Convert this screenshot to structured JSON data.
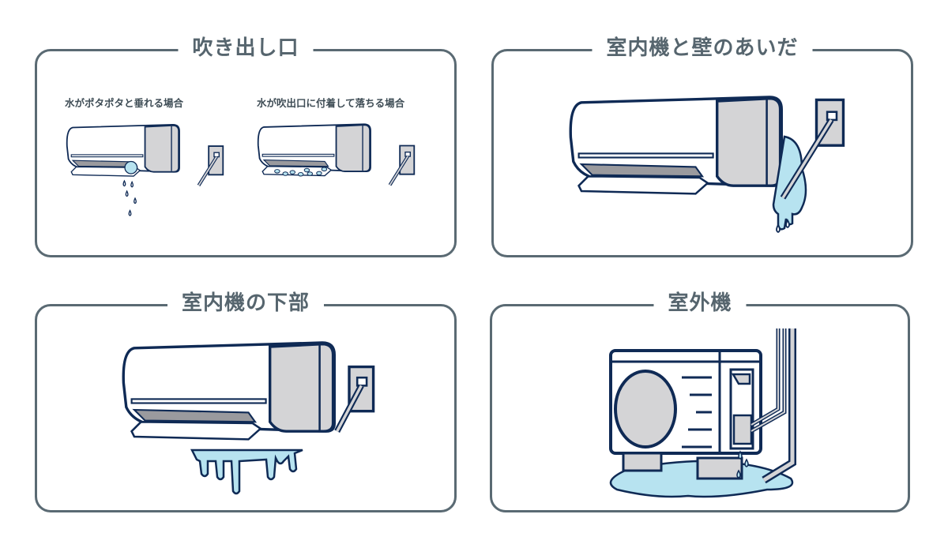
{
  "panels": [
    {
      "title": "吹き出し口",
      "sub_labels": [
        "水がポタポタと垂れる場合",
        "水が吹出口に付着して落ちる場合"
      ]
    },
    {
      "title": "室内機と壁のあいだ"
    },
    {
      "title": "室内機の下部"
    },
    {
      "title": "室外機"
    }
  ],
  "colors": {
    "border": "#5a6a73",
    "outline": "#0f2a55",
    "water": "#b7e3f0",
    "panel_gray": "#d4d4d6",
    "vent_gray": "#9a9a9e"
  }
}
